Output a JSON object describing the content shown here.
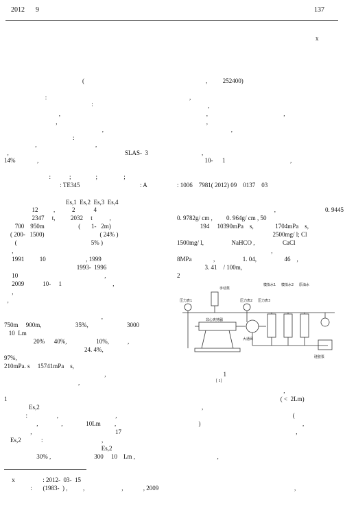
{
  "header": {
    "year": "2012",
    "month": "9",
    "page": "137"
  },
  "footnote_marker": "x",
  "meta": {
    "affiliation_open": "(",
    "affiliation_code": ",          252400)",
    "classification": ": TE345",
    "doc_code": ": A",
    "article_id": ": 1006    7981( 2012) 09    0137    03"
  },
  "left_lines": [
    "       :",
    "                                     :",
    "       ,",
    "     ,",
    "                                   ,",
    "                :",
    "     ,                                      ,",
    "  ,",
    "14%              ,",
    "              :            ;                ;                 ;",
    "                     : TE345",
    "                                        Es,1  Es,2  Es,3  Es,4",
    "                  12          ,           2            4",
    "                  2347     t,          2032     t           ,",
    "       700    950m                      (       1-   2m)",
    "    ( 200-   1500)                                    ( 24% )",
    "       (                                                5% )",
    "     ,",
    "     1991          10                          , 1999",
    "                                               1993-  1996",
    "     10                                                        ,",
    "     2009            10-     1                                 ,",
    "     ,",
    "  ,",
    "                                                               ,",
    "750m     900m,                      35%,                         3000",
    "   10  Lm",
    "                   20%      40%,                   10%,            ,",
    "                                                    24. 4%,",
    "97%,",
    "210mPa. s     15741mPa    s,",
    "                                                                 ,",
    "                                                ,",
    "1",
    "                Es,2",
    "              :                   ,                                     ,",
    "                     ,               ,               10Lm         ,",
    "                 ,                                                      17",
    "    Es,2             :                                      ,",
    "                                                               Es,2",
    "                     30% ,                            300     10    Lm ,",
    "     x                  : 2012-  03-  15",
    "                 :       (1983-  ) ,          ,                        ,             , 2009"
  ],
  "left_misc": {
    "slas": "SLAS-  3",
    "method": ": A",
    "exp_um": "-3"
  },
  "right_lines": [
    "        ,",
    "                    ,",
    "                   ,                                                 ,",
    "                   ,",
    "                                   ,",
    "                ,",
    "                  10-      1                                          ,",
    "                                                               ,                                0. 9445",
    "0. 9782g/ cm ,         0. 964g/ cm , 50",
    "               194     10390mPa    s,              1704mPa    s,",
    "                                                              2500mg/ l; Cl",
    "1500mg/ l,                  NaHCO ,                  CaCl",
    "                                                             ,",
    "8MPa              ,                  1. 04,                  46    ,",
    "                  3. 41    / 100m,",
    "2",
    "                              1",
    "                                      [ 1]",
    "                                                                     ,",
    "                                                                   ( <  2Lm)",
    "                ,",
    "                                                                           (",
    "              )                                                                  ,",
    "                                                                             ,",
    "                          ,",
    "                                                                            ,"
  ],
  "figure": {
    "labels": [
      "手动泵",
      "压力表1",
      "非心夹持器",
      "压力表2",
      "模拟水1",
      "模拟水2",
      "原油水",
      "大通阀",
      "压力表3",
      "硅胶泵"
    ]
  },
  "colors": {
    "text": "#111111",
    "line": "#222222",
    "figure": "#333333"
  }
}
